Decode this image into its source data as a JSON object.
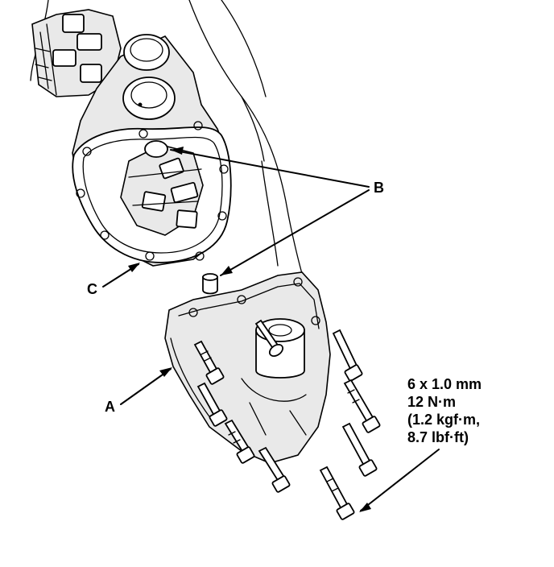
{
  "callouts": {
    "a": "A",
    "b": "B",
    "c": "C"
  },
  "spec": {
    "line1": "6 x 1.0 mm",
    "line2": "12 N·m",
    "line3": "(1.2 kgf·m,",
    "line4": "8.7 lbf·ft)"
  },
  "colors": {
    "ink": "#000000",
    "paper": "#ffffff"
  }
}
